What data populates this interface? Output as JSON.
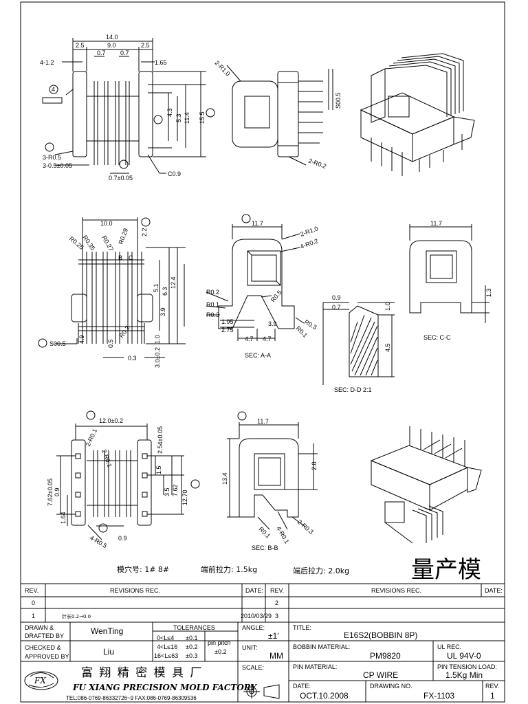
{
  "views": {
    "top": {
      "dims": [
        "14.0",
        "2.5",
        "9.0",
        "2.5",
        "0.7",
        "0.7",
        "4-1.2",
        "1.65",
        "11.4",
        "15.5",
        "4.3",
        "5.3",
        "3-R0.5",
        "3-0.5±0.05",
        "0.7±0.05",
        "C0.9"
      ],
      "balloon": "4"
    },
    "front": {
      "dims": [
        "2-R1.0",
        "2-R0.2",
        "S00.5"
      ]
    },
    "side": {
      "dims": [
        "10.0",
        "R0.29",
        "R0.25",
        "R0.35",
        "R0.27",
        "2.2",
        "12.4",
        "6.3",
        "5.1",
        "3.9",
        "4.9",
        "1.0",
        "3.0±0.2",
        "0.5",
        "0.3",
        "R0.2",
        "S00.5"
      ],
      "section_letters": [
        "B",
        "C"
      ]
    },
    "sec_aa": {
      "dims": [
        "11.7",
        "2-R1.0",
        "4-R0.2",
        "R0.2",
        "R0.1",
        "R0.3",
        "R0.5",
        "R0.3",
        "R0.1",
        "1.95",
        "2.75",
        "3.9",
        "4.7",
        "4.7"
      ],
      "caption": "SEC: A-A"
    },
    "sec_cc": {
      "dims": [
        "11.7",
        "1.3"
      ],
      "caption": "SEC: C-C"
    },
    "sec_dd": {
      "dims": [
        "0.9",
        "0.7",
        "1.0",
        "4.5"
      ],
      "caption": "SEC: D-D   2:1"
    },
    "bottom": {
      "dims": [
        "12.0±0.2",
        "2.54±0.05",
        "7.62±0.05",
        "0.9",
        "1.64",
        "1.5",
        "3.5",
        "7.62",
        "12.70",
        "0.9",
        "4-R0.5",
        "2-R0.1",
        "2-R0.1"
      ]
    },
    "sec_bb": {
      "dims": [
        "11.7",
        "13.4",
        "2.8",
        "R0.1",
        "4-R0.1",
        "2-R0.3"
      ],
      "caption": "SEC: B-B"
    }
  },
  "notes": {
    "cavity": "模穴号: 1# 8#",
    "front_pull": "端前拉力: 1.5kg",
    "rear_pull": "端后拉力: 2.0kg",
    "stamp": "量产模"
  },
  "title_block": {
    "headers": {
      "rev": "REV.",
      "revisions": "REVISIONS   REC.",
      "date": "DATE:"
    },
    "left_revisions": [
      {
        "rev": "0",
        "text": "",
        "date": ""
      },
      {
        "rev": "1",
        "text": "针长0.2→0.0",
        "date": "2010/03/29"
      }
    ],
    "mid_revs": [
      "2",
      "3"
    ],
    "drawn_label": "DRAWN  &\nDRAFTED BY",
    "drawn_by": "WenTing",
    "checked_label": "CHECKED  &\nAPPROVED BY",
    "checked_by": "Liu",
    "tolerances": {
      "title": "TOLERANCES",
      "rows": [
        {
          "range": "0<L≤4",
          "tol": "±0.1"
        },
        {
          "range": "4<L≤16",
          "tol": "±0.2"
        },
        {
          "range": "16<L≤63",
          "tol": "±0.3"
        }
      ],
      "pin_pitch_label": "pin pitch",
      "pin_pitch_tol": "±0.2"
    },
    "angle_label": "ANGLE:",
    "angle": "±1'",
    "unit_label": "UNIT:",
    "unit": "MM",
    "scale_label": "SCALE:",
    "title_label": "TITLE:",
    "title": "E16S2(BOBBIN  8P)",
    "bobbin_material_label": "BOBBIN MATERIAL:",
    "bobbin_material": "PM9820",
    "ul_label": "UL REC.",
    "ul": "UL  94V-0",
    "pin_material_label": "PIN MATERIAL:",
    "pin_material": "CP  WIRE",
    "pin_tension_label": "PIN TENSION LOAD:",
    "pin_tension": "1.5Kg   Min",
    "date_label": "DATE:",
    "date": "OCT.10.2008",
    "drawing_no_label": "DRAWING NO.",
    "drawing_no": "FX-1103",
    "rev_label": "REV.",
    "rev": "1",
    "company_cn": "富 翔 精 密 模 具 厂",
    "company_en": "FU XIANG PRECISION MOLD FACTORY",
    "contact": "TEL:086-0769-86332726~9   FAX:086-0769-86309536",
    "logo_letters": "FX"
  }
}
